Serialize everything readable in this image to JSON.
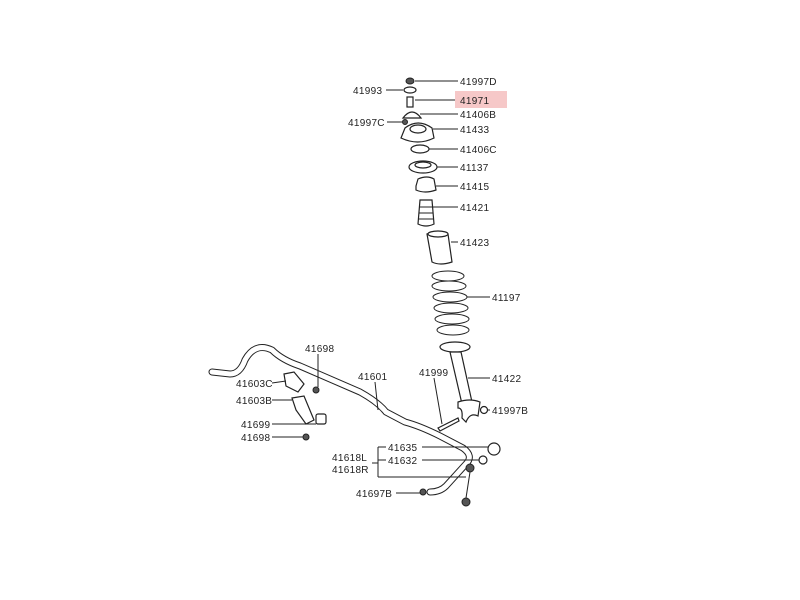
{
  "diagram": {
    "highlight_color": "#f6c8c8",
    "highlighted_part": "41971",
    "labels": {
      "p41997D": "41997D",
      "p41993": "41993",
      "p41971": "41971",
      "p41406B": "41406B",
      "p41997C": "41997C",
      "p41433": "41433",
      "p41406C": "41406C",
      "p41137": "41137",
      "p41415": "41415",
      "p41421": "41421",
      "p41423": "41423",
      "p41197": "41197",
      "p41422": "41422",
      "p41997B": "41997B",
      "p41999": "41999",
      "p41601": "41601",
      "p41698a": "41698",
      "p41603C": "41603C",
      "p41603B": "41603B",
      "p41699": "41699",
      "p41698b": "41698",
      "p41635": "41635",
      "p41632": "41632",
      "p41618L": "41618L",
      "p41618R": "41618R",
      "p41697B": "41697B"
    }
  }
}
